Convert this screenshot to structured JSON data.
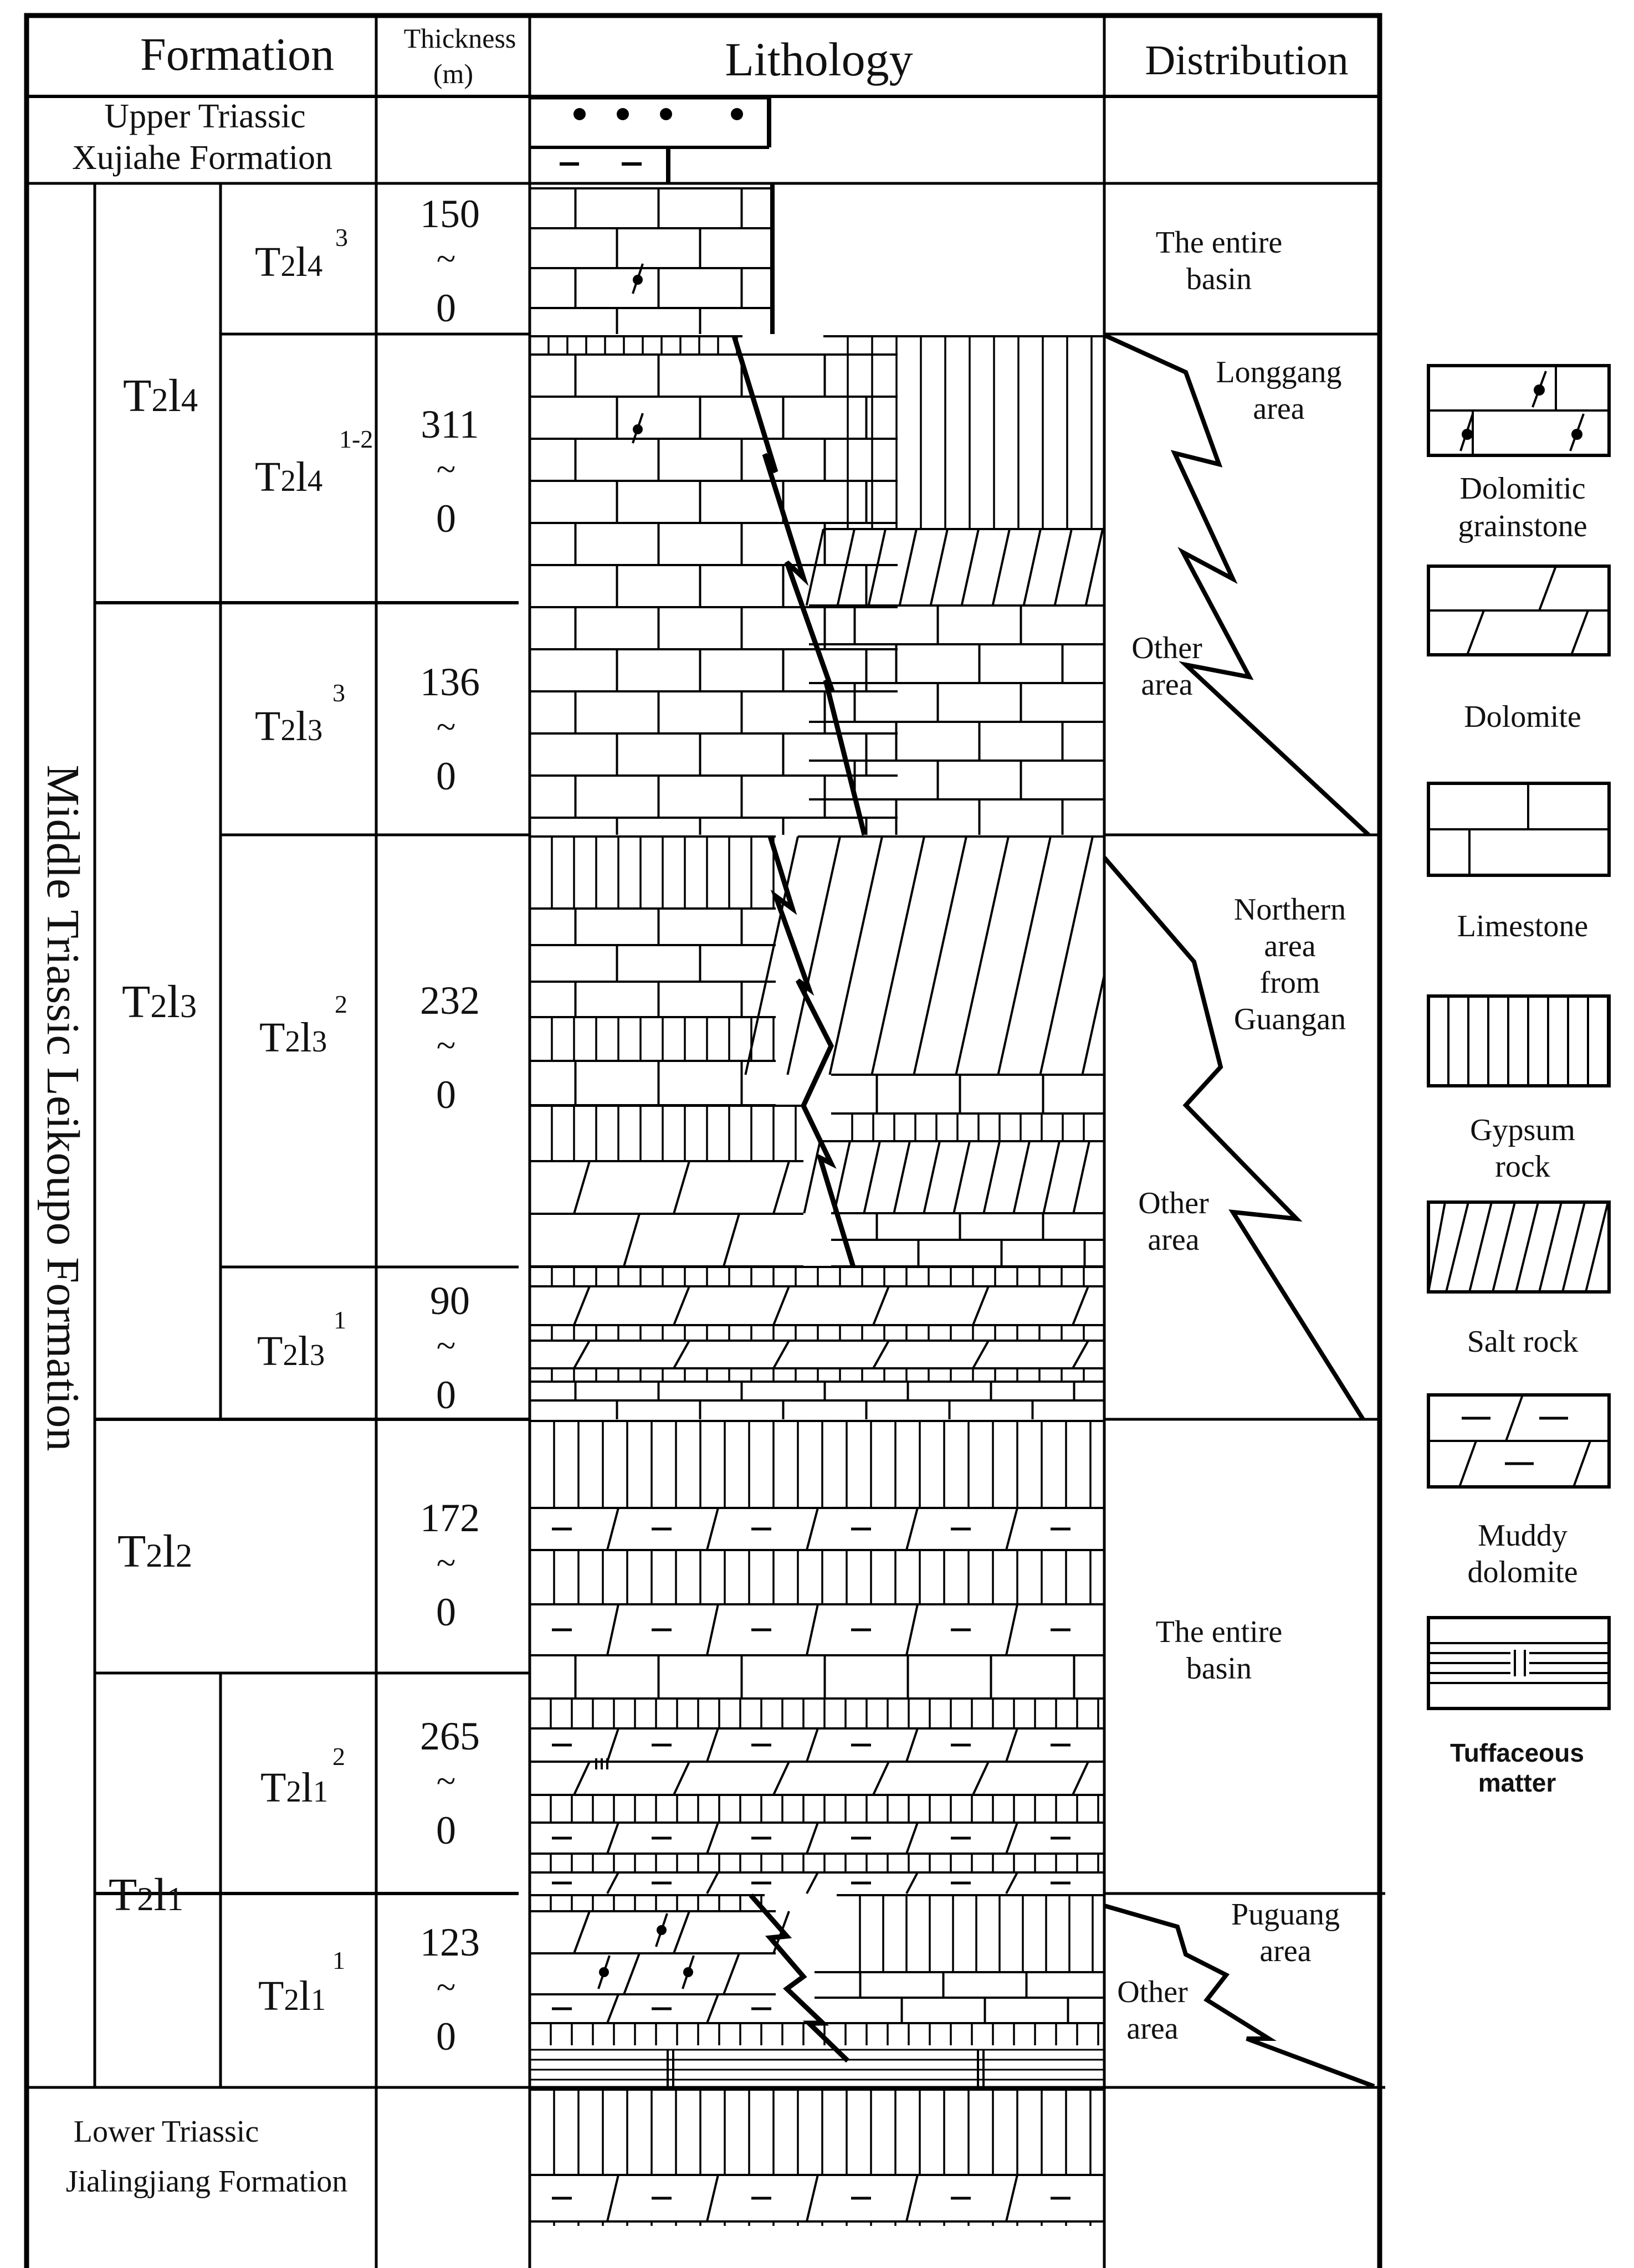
{
  "header": {
    "formation": "Formation",
    "thickness": "Thickness",
    "thickness_unit": "(m)",
    "lithology": "Lithology",
    "distribution": "Distribution"
  },
  "top_unit": {
    "line1": "Upper Triassic",
    "line2": "Xujiahe Formation"
  },
  "bottom_unit": {
    "line1": "Lower  Triassic",
    "line2": "Jialingjiang Formation"
  },
  "formation_name": "Middle  Triassic Leikoupo Formation",
  "members": [
    {
      "base": "T",
      "sub1": "2",
      "mid": "l",
      "sub2": "4"
    },
    {
      "base": "T",
      "sub1": "2",
      "mid": "l",
      "sub2": "3"
    },
    {
      "base": "T",
      "sub1": "2",
      "mid": "l",
      "sub2": "2"
    },
    {
      "base": "T",
      "sub1": "2",
      "mid": "l",
      "sub2": "1"
    }
  ],
  "submembers": [
    {
      "base": "T",
      "sub1": "2",
      "mid": "l",
      "sub2": "4",
      "sup": "3",
      "thickness_max": "150",
      "tilde": "~",
      "thickness_min": "0"
    },
    {
      "base": "T",
      "sub1": "2",
      "mid": "l",
      "sub2": "4",
      "sup": "1-2",
      "thickness_max": "311",
      "tilde": "~",
      "thickness_min": "0"
    },
    {
      "base": "T",
      "sub1": "2",
      "mid": "l",
      "sub2": "3",
      "sup": "3",
      "thickness_max": "136",
      "tilde": "~",
      "thickness_min": "0"
    },
    {
      "base": "T",
      "sub1": "2",
      "mid": "l",
      "sub2": "3",
      "sup": "2",
      "thickness_max": "232",
      "tilde": "~",
      "thickness_min": "0"
    },
    {
      "base": "T",
      "sub1": "2",
      "mid": "l",
      "sub2": "3",
      "sup": "1",
      "thickness_max": "90",
      "tilde": "~",
      "thickness_min": "0"
    },
    {
      "thickness_max": "172",
      "tilde": "~",
      "thickness_min": "0"
    },
    {
      "base": "T",
      "sub1": "2",
      "mid": "l",
      "sub2": "1",
      "sup": "2",
      "thickness_max": "265",
      "tilde": "~",
      "thickness_min": "0"
    },
    {
      "base": "T",
      "sub1": "2",
      "mid": "l",
      "sub2": "1",
      "sup": "1",
      "thickness_max": "123",
      "tilde": "~",
      "thickness_min": "0"
    }
  ],
  "distribution": {
    "entire_basin_1": [
      "The entire",
      "basin"
    ],
    "longgang": [
      "Longgang",
      "area"
    ],
    "other_1": [
      "Other",
      "area"
    ],
    "northern": [
      "Northern",
      "area",
      "from",
      "Guangan"
    ],
    "other_2": [
      "Other",
      "area"
    ],
    "entire_basin_2": [
      "The entire",
      "basin"
    ],
    "puguang": [
      "Puguang",
      "area"
    ],
    "other_3": [
      "Other",
      "area"
    ]
  },
  "legend": [
    {
      "key": "dolomitic-grainstone",
      "lines": [
        "Dolomitic",
        "grainstone"
      ]
    },
    {
      "key": "dolomite",
      "lines": [
        "Dolomite"
      ]
    },
    {
      "key": "limestone",
      "lines": [
        "Limestone"
      ]
    },
    {
      "key": "gypsum-rock",
      "lines": [
        "Gypsum",
        "rock"
      ]
    },
    {
      "key": "salt-rock",
      "lines": [
        "Salt rock"
      ]
    },
    {
      "key": "muddy-dolomite",
      "lines": [
        "Muddy",
        "dolomite"
      ]
    },
    {
      "key": "tuffaceous-matter",
      "lines": [
        "Tuffaceous",
        "matter"
      ]
    }
  ]
}
